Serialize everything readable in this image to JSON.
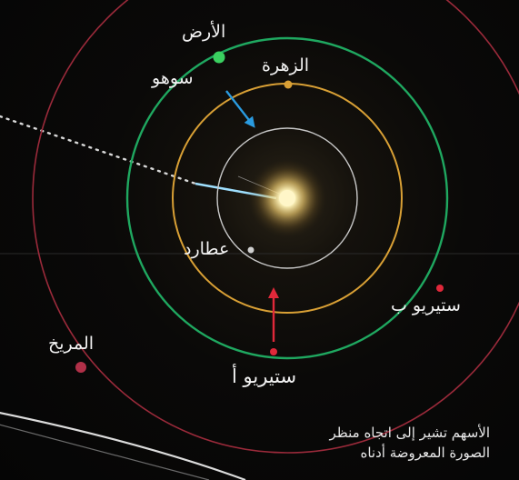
{
  "labels": {
    "earth": "الأرض",
    "soho": "سوهو",
    "venus": "الزهرة",
    "mercury": "عطارد",
    "stereo_a": "ستيريو أ",
    "stereo_b": "ستيريو ب",
    "mars": "المريخ"
  },
  "note": {
    "line1": "الأسهم تشير إلى اتجاه منظر",
    "line2": "الصورة المعروضة أدناه"
  },
  "colors": {
    "mars_orbit": "#9a2a3a",
    "earth_orbit": "#1fa860",
    "venus_orbit": "#d9a035",
    "mercury_orbit": "#c8c8c8",
    "earth": "#3ad060",
    "soho_arrow": "#2a9be0",
    "stereo": "#e0283a",
    "mars": "#b03048",
    "venus": "#d9a035",
    "mercury": "#cfcfcf",
    "sun": "#fff6c8"
  }
}
